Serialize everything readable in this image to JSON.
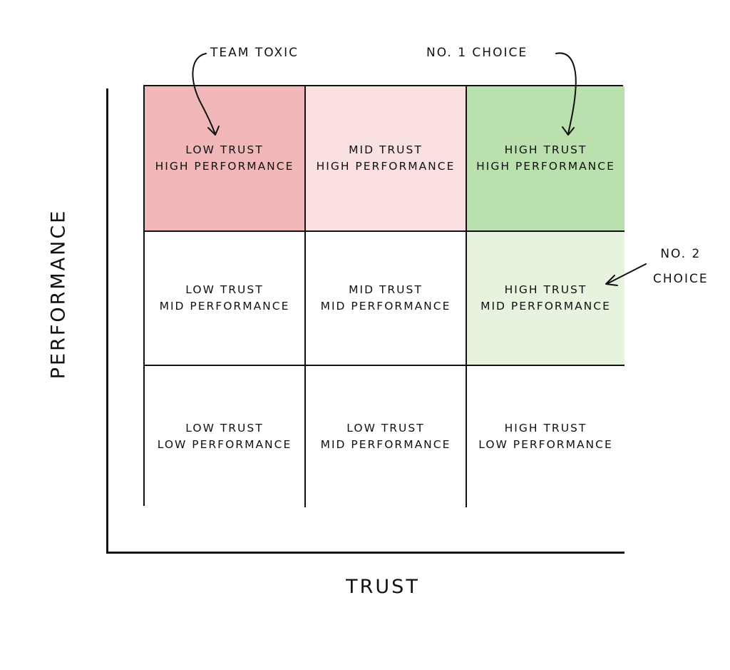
{
  "axes": {
    "x_label": "TRUST",
    "y_label": "PERFORMANCE"
  },
  "colors": {
    "low_trust_high_performance": "#f2b8b9",
    "mid_trust_high_performance": "#fae0e1",
    "high_trust_high_performance": "#b9e0ad",
    "high_trust_mid_performance": "#e6f3df",
    "default_cell": "#ffffff",
    "lines": "#111111"
  },
  "grid": {
    "rows": [
      {
        "cells": [
          {
            "line1": "LOW TRUST",
            "line2": "HIGH PERFORMANCE",
            "color_key": "low_trust_high_performance"
          },
          {
            "line1": "MID TRUST",
            "line2": "HIGH PERFORMANCE",
            "color_key": "mid_trust_high_performance"
          },
          {
            "line1": "HIGH TRUST",
            "line2": "HIGH PERFORMANCE",
            "color_key": "high_trust_high_performance"
          }
        ]
      },
      {
        "cells": [
          {
            "line1": "LOW TRUST",
            "line2": "MID PERFORMANCE",
            "color_key": "default_cell"
          },
          {
            "line1": "MID TRUST",
            "line2": "MID PERFORMANCE",
            "color_key": "default_cell"
          },
          {
            "line1": "HIGH TRUST",
            "line2": "MID PERFORMANCE",
            "color_key": "high_trust_mid_performance"
          }
        ]
      },
      {
        "cells": [
          {
            "line1": "LOW TRUST",
            "line2": "LOW PERFORMANCE",
            "color_key": "default_cell"
          },
          {
            "line1": "LOW TRUST",
            "line2": "MID PERFORMANCE",
            "color_key": "default_cell"
          },
          {
            "line1": "HIGH TRUST",
            "line2": "LOW PERFORMANCE",
            "color_key": "default_cell"
          }
        ]
      }
    ]
  },
  "callouts": {
    "team_toxic": "TEAM TOXIC",
    "no1": "NO. 1 CHOICE",
    "no2_line1": "NO. 2",
    "no2_line2": "CHOICE"
  }
}
